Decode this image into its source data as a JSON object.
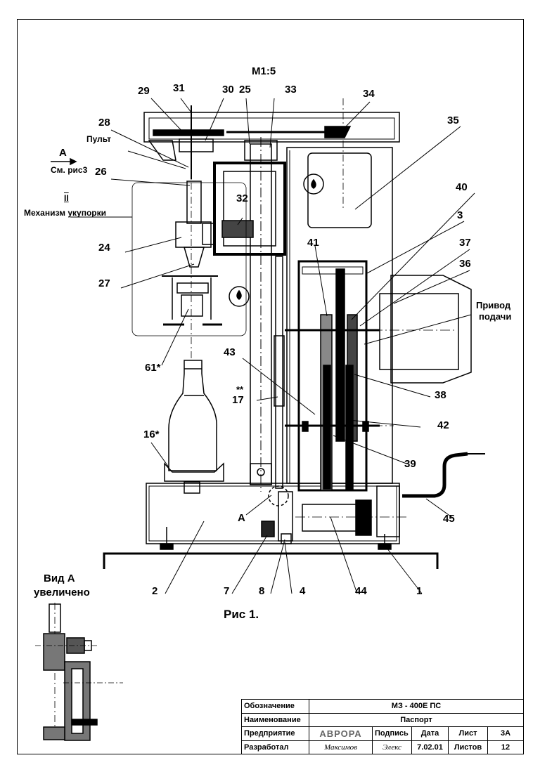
{
  "scale": "М1:5",
  "figure_caption": "Рис 1.",
  "view_a": {
    "title_line1": "Вид А",
    "title_line2": "увеличено"
  },
  "side_labels": {
    "view_arrow": "А",
    "see_fig": "См. рис3",
    "console": "Пульт",
    "mechanism_num": "II",
    "mechanism_name": "Механизм укупорки",
    "feed_drive_line1": "Привод",
    "feed_drive_line2": "подачи",
    "view_mark": "А"
  },
  "callouts": {
    "c29": "29",
    "c31": "31",
    "c30": "30",
    "c25": "25",
    "c33": "33",
    "c34": "34",
    "c35": "35",
    "c28": "28",
    "c26": "26",
    "c32": "32",
    "c40": "40",
    "c3": "3",
    "c41": "41",
    "c37": "37",
    "c36": "36",
    "c24": "24",
    "c27": "27",
    "c61": "61*",
    "c43": "43",
    "c17": "17",
    "c17star": "**",
    "c38": "38",
    "c16": "16*",
    "c42": "42",
    "c39": "39",
    "c45": "45",
    "c2": "2",
    "c7": "7",
    "c8": "8",
    "c4": "4",
    "c44": "44",
    "c1": "1"
  },
  "title_block": {
    "designation_label": "Обозначение",
    "designation_value": "МЗ - 400Е ПС",
    "name_label": "Наименование",
    "name_value": "Паспорт",
    "enterprise_label": "Предприятие",
    "enterprise_value": "АВРОРА",
    "signature_label": "Подпись",
    "date_label": "Дата",
    "sheet_label": "Лист",
    "sheet_value": "3А",
    "developed_label": "Разработал",
    "developer_value": "Максимов",
    "signature_value": "Элекс",
    "date_value": "7.02.01",
    "sheets_label": "Листов",
    "sheets_value": "12"
  }
}
